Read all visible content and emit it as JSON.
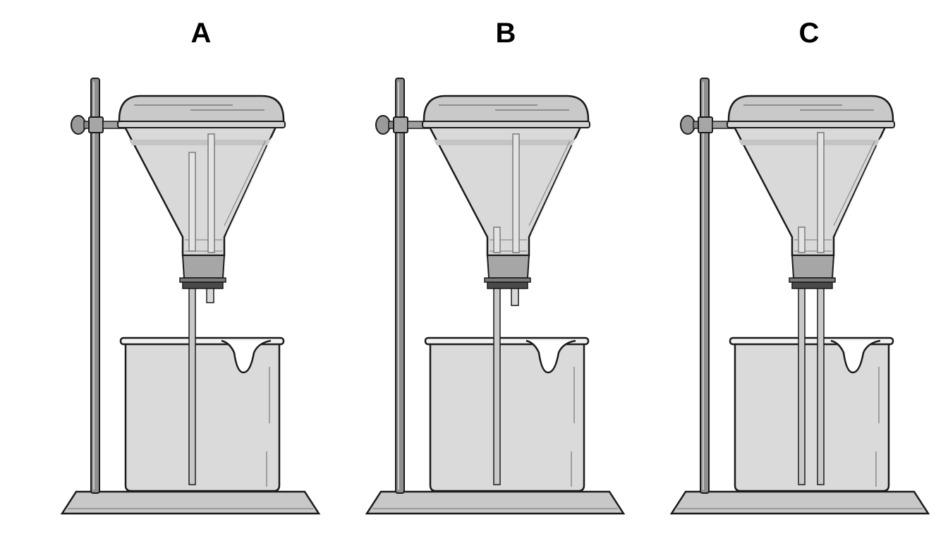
{
  "panels": [
    {
      "label": "A",
      "tubes": "one-long-one-short-outside-beaker"
    },
    {
      "label": "B",
      "tubes": "one-long-one-short-outside-beaker"
    },
    {
      "label": "C",
      "tubes": "two-long-into-beaker"
    }
  ],
  "colors": {
    "outline": "#1a1a1a",
    "glass": "#d9d9d9",
    "glass_light": "#e6e6e6",
    "liquid": "#c4c4c4",
    "stopper": "#9e9e9e",
    "base": "#c8c8c8",
    "rod": "#8f8f8f"
  }
}
